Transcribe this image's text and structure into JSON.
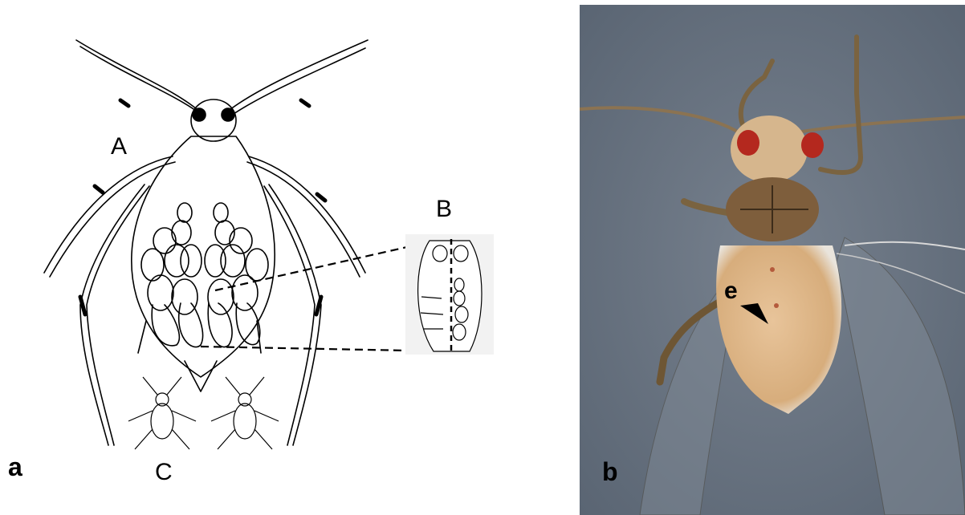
{
  "panel_a": {
    "panel_label": "a",
    "labels": {
      "adult": "A",
      "embryo": "B",
      "nymphs": "C"
    },
    "colors": {
      "line": "#000000",
      "background": "#ffffff"
    }
  },
  "panel_b": {
    "panel_label": "b",
    "arrow_label": "e",
    "colors": {
      "background": "#6b7785",
      "body": "#d9b489",
      "abdomen": "#e6c198",
      "thorax": "#8a6a44",
      "eyes": "#b4281e",
      "legs": "#6e5634",
      "arrow": "#000000"
    }
  }
}
